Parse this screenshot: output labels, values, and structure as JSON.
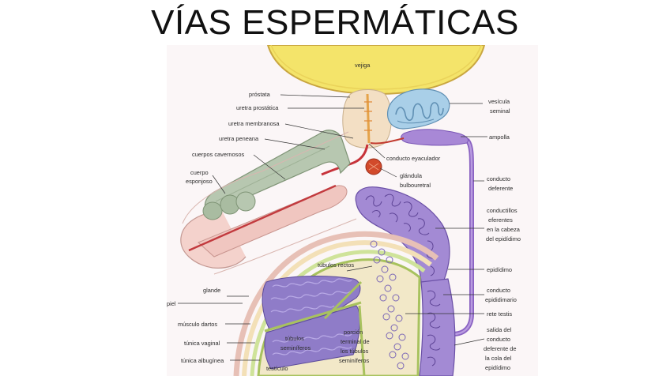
{
  "slide": {
    "title": "VÍAS ESPERMÁTICAS"
  },
  "figure": {
    "labels": {
      "vejiga": "vejiga",
      "prostata": "próstata",
      "uretra_prostatica": "uretra prostática",
      "uretra_membranosa": "uretra membranosa",
      "uretra_peneana": "uretra peneana",
      "cuerpos_cavernosos": "cuerpos cavernosos",
      "cuerpo_esponjoso_1": "cuerpo",
      "cuerpo_esponjoso_2": "esponjoso",
      "conducto_eyaculador": "conducto eyaculador",
      "glandula_bulbouretral_1": "glándula",
      "glandula_bulbouretral_2": "bulbouretral",
      "vesicula_seminal_1": "vesícula",
      "vesicula_seminal_2": "seminal",
      "ampolla": "ampolla",
      "conducto_deferente_1": "conducto",
      "conducto_deferente_2": "deferente",
      "conductillos_1": "conductillos",
      "conductillos_2": "eferentes",
      "conductillos_3": "en la cabeza",
      "conductillos_4": "del epidídimo",
      "tubulos_rectos": "túbulos rectos",
      "epididimo": "epidídimo",
      "conducto_epididimario_1": "conducto",
      "conducto_epididimario_2": "epididimario",
      "rete_testis": "rete testis",
      "glande": "glande",
      "piel": "piel",
      "musculo_dartos": "músculo dartos",
      "tunica_vaginal": "túnica vaginal",
      "tunica_albuginea": "túnica albugínea",
      "testiculo": "testículo",
      "tubulos_seminiferos_1": "túbulos",
      "tubulos_seminiferos_2": "seminíferos",
      "porcion_1": "porción",
      "porcion_2": "terminal de",
      "porcion_3": "los túbulos",
      "porcion_4": "seminíferos",
      "salida_1": "salida del",
      "salida_2": "conducto",
      "salida_3": "deferente de",
      "salida_4": "la cola del",
      "salida_5": "epidídimo"
    }
  }
}
